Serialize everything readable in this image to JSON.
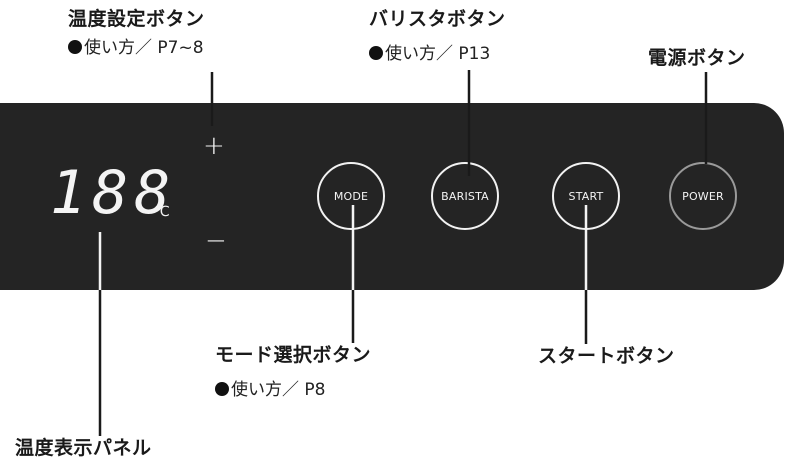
{
  "labels": {
    "temp_set": "温度設定ボタン",
    "temp_set_ref": "使い方／ P7~8",
    "barista": "バリスタボタン",
    "barista_ref": "使い方／ P13",
    "power": "電源ボタン",
    "mode": "モード選択ボタン",
    "mode_ref": "使い方／ P8",
    "start": "スタートボタン",
    "temp_display": "温度表示パネル"
  },
  "panel": {
    "display_value": "188",
    "unit": "℃",
    "plus": "+",
    "minus": "−",
    "buttons": {
      "mode": "MODE",
      "barista": "BARISTA",
      "start": "START",
      "power": "POWER"
    }
  },
  "colors": {
    "panel_bg": "#242424",
    "text_light": "#f4f4f4",
    "label_dark": "#1a1a1a"
  }
}
